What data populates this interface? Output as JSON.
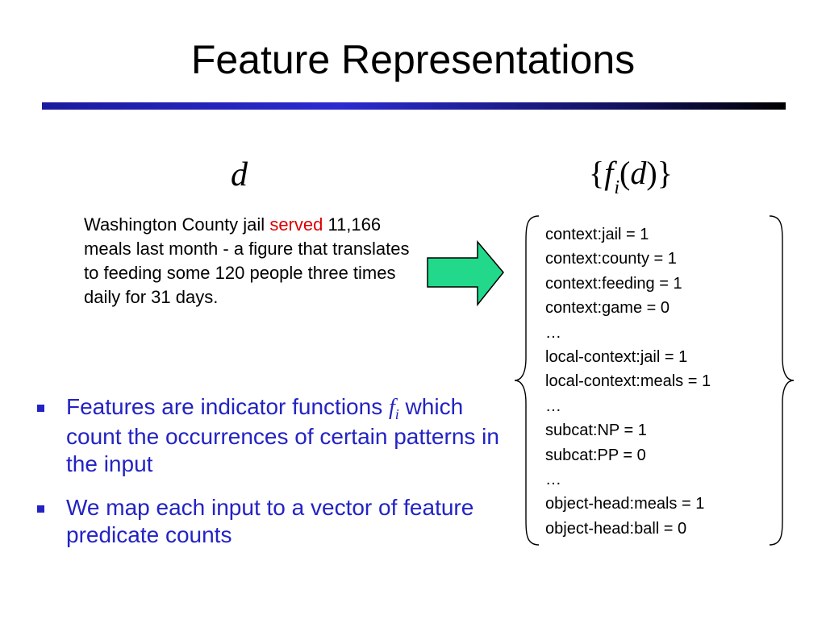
{
  "slide": {
    "title": "Feature Representations"
  },
  "left_label": {
    "var": "d"
  },
  "right_label": {
    "open_brace": "{",
    "f": "f",
    "i": "i",
    "paren_open": "(",
    "d": "d",
    "paren_close": ")",
    "close_brace": "}"
  },
  "passage": {
    "before": "Washington County jail ",
    "highlight": "served",
    "after": " 11,166 meals last month - a figure that translates to feeding some 120 people three times daily for 31 days.",
    "highlight_color": "#dd0000"
  },
  "arrow": {
    "fill_color": "#22d88a",
    "icon": "right-arrow-icon"
  },
  "features": [
    "context:jail = 1",
    "context:county = 1",
    "context:feeding = 1",
    "context:game = 0",
    "…",
    "local-context:jail = 1",
    "local-context:meals = 1",
    "…",
    "subcat:NP = 1",
    "subcat:PP = 0",
    "…",
    "object-head:meals = 1",
    "object-head:ball = 0"
  ],
  "bullets": {
    "b1_text": "Features are indicator functions ",
    "b1_f": "f",
    "b1_i": "i",
    "b1_rest": " which count the occurrences of certain patterns in the input",
    "b2_text": "We map each input to a vector of feature predicate counts",
    "color": "#2323c4"
  },
  "theme": {
    "rule_gradient_start": "#1a1a9e",
    "rule_gradient_end": "#000000"
  }
}
